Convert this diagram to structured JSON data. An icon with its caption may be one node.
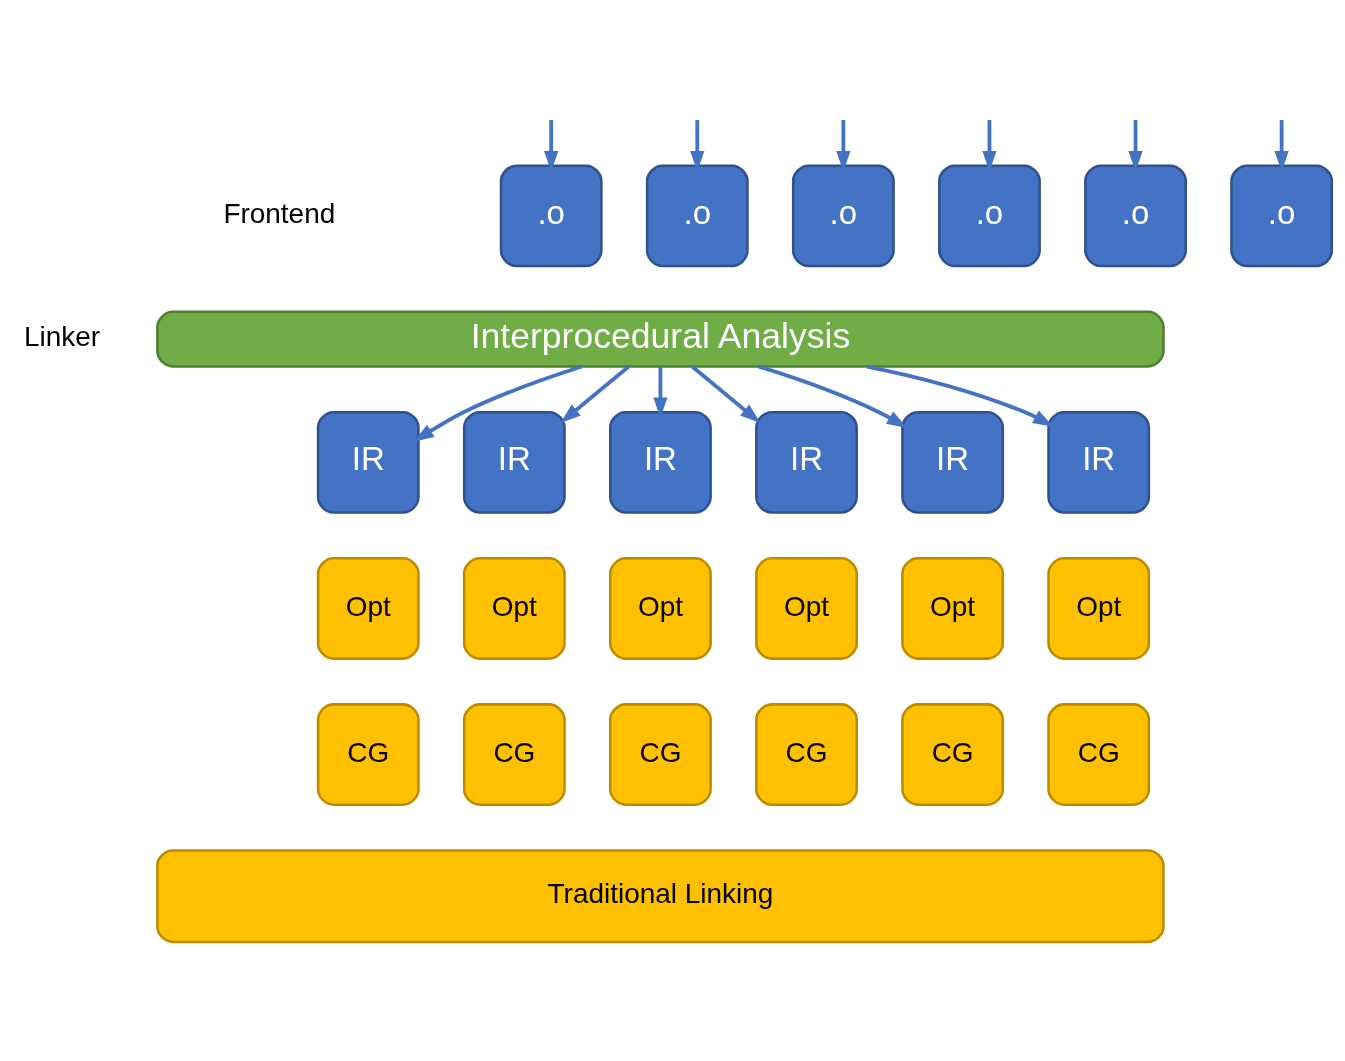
{
  "diagram": {
    "nodes": [
      {
        "text": [
          ".o"
        ]
      },
      {
        "text": [
          ".o"
        ]
      },
      {
        "text": [
          ".o"
        ]
      },
      {
        "text": [
          ".o"
        ]
      },
      {
        "text": [
          ".o"
        ]
      },
      {
        "text": [
          ".o"
        ]
      },
      {
        "text": [
          "Interprocedural Analysis"
        ]
      },
      {
        "text": [
          "IR"
        ]
      },
      {
        "text": [
          "IR"
        ]
      },
      {
        "text": [
          "IR"
        ]
      },
      {
        "text": [
          "IR"
        ]
      },
      {
        "text": [
          "IR"
        ]
      },
      {
        "text": [
          "IR"
        ]
      },
      {
        "text": [
          "Opt"
        ]
      },
      {
        "text": [
          "Opt"
        ]
      },
      {
        "text": [
          "Opt"
        ]
      },
      {
        "text": [
          "Opt"
        ]
      },
      {
        "text": [
          "Opt"
        ]
      },
      {
        "text": [
          "Opt"
        ]
      },
      {
        "text": [
          "CG"
        ]
      },
      {
        "text": [
          "CG"
        ]
      },
      {
        "text": [
          "CG"
        ]
      },
      {
        "text": [
          "CG"
        ]
      },
      {
        "text": [
          "CG"
        ]
      },
      {
        "text": [
          "CG"
        ]
      },
      {
        "text": [
          "Traditional Linking"
        ]
      }
    ],
    "edges": [
      {
        "from": null,
        "to": 0,
        "arrow": "to"
      },
      {
        "from": null,
        "to": 1,
        "arrow": "to"
      },
      {
        "from": null,
        "to": 2,
        "arrow": "to"
      },
      {
        "from": null,
        "to": 3,
        "arrow": "to"
      },
      {
        "from": null,
        "to": 4,
        "arrow": "to"
      },
      {
        "from": null,
        "to": 5,
        "arrow": "to"
      },
      {
        "from": 6,
        "to": 7,
        "arrow": "to"
      },
      {
        "from": 6,
        "to": 8,
        "arrow": "to"
      },
      {
        "from": 6,
        "to": 9,
        "arrow": "to"
      },
      {
        "from": 6,
        "to": 10,
        "arrow": "to"
      },
      {
        "from": 6,
        "to": 11,
        "arrow": "to"
      },
      {
        "from": 6,
        "to": 12,
        "arrow": "to"
      }
    ],
    "labels": [
      "Frontend",
      "Linker"
    ]
  }
}
